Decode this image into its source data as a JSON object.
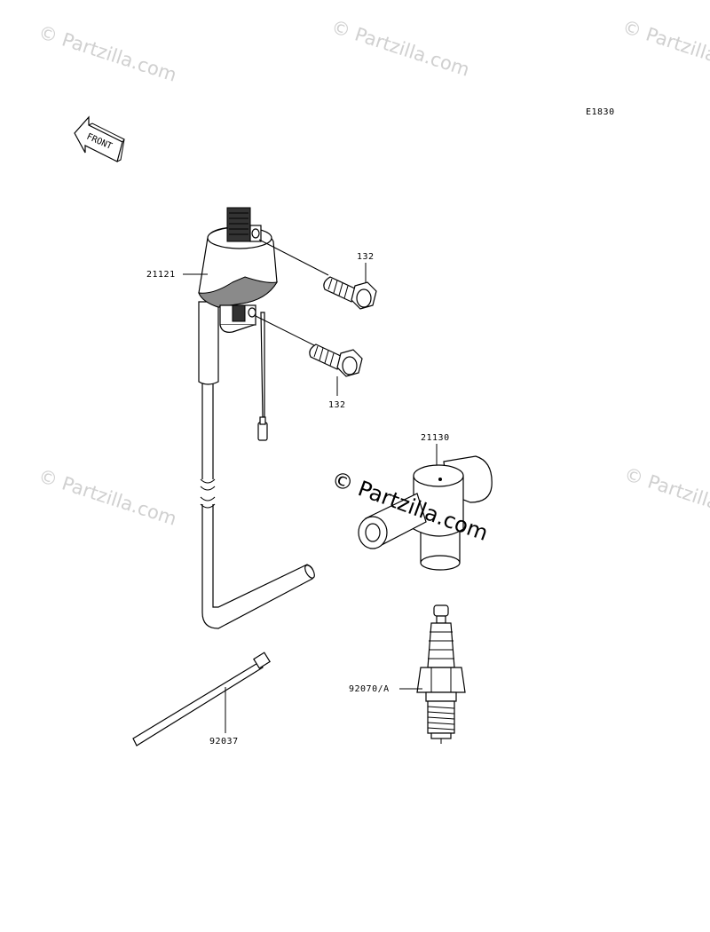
{
  "diagram_code": "E1830",
  "front_label": "FRONT",
  "watermark": {
    "small": "© Partzilla.com",
    "big": "© Partzilla.com"
  },
  "parts": {
    "coil": "21121",
    "bolt_upper": "132",
    "bolt_lower": "132",
    "cap": "21130",
    "tie": "92037",
    "plug": "92070/A"
  }
}
